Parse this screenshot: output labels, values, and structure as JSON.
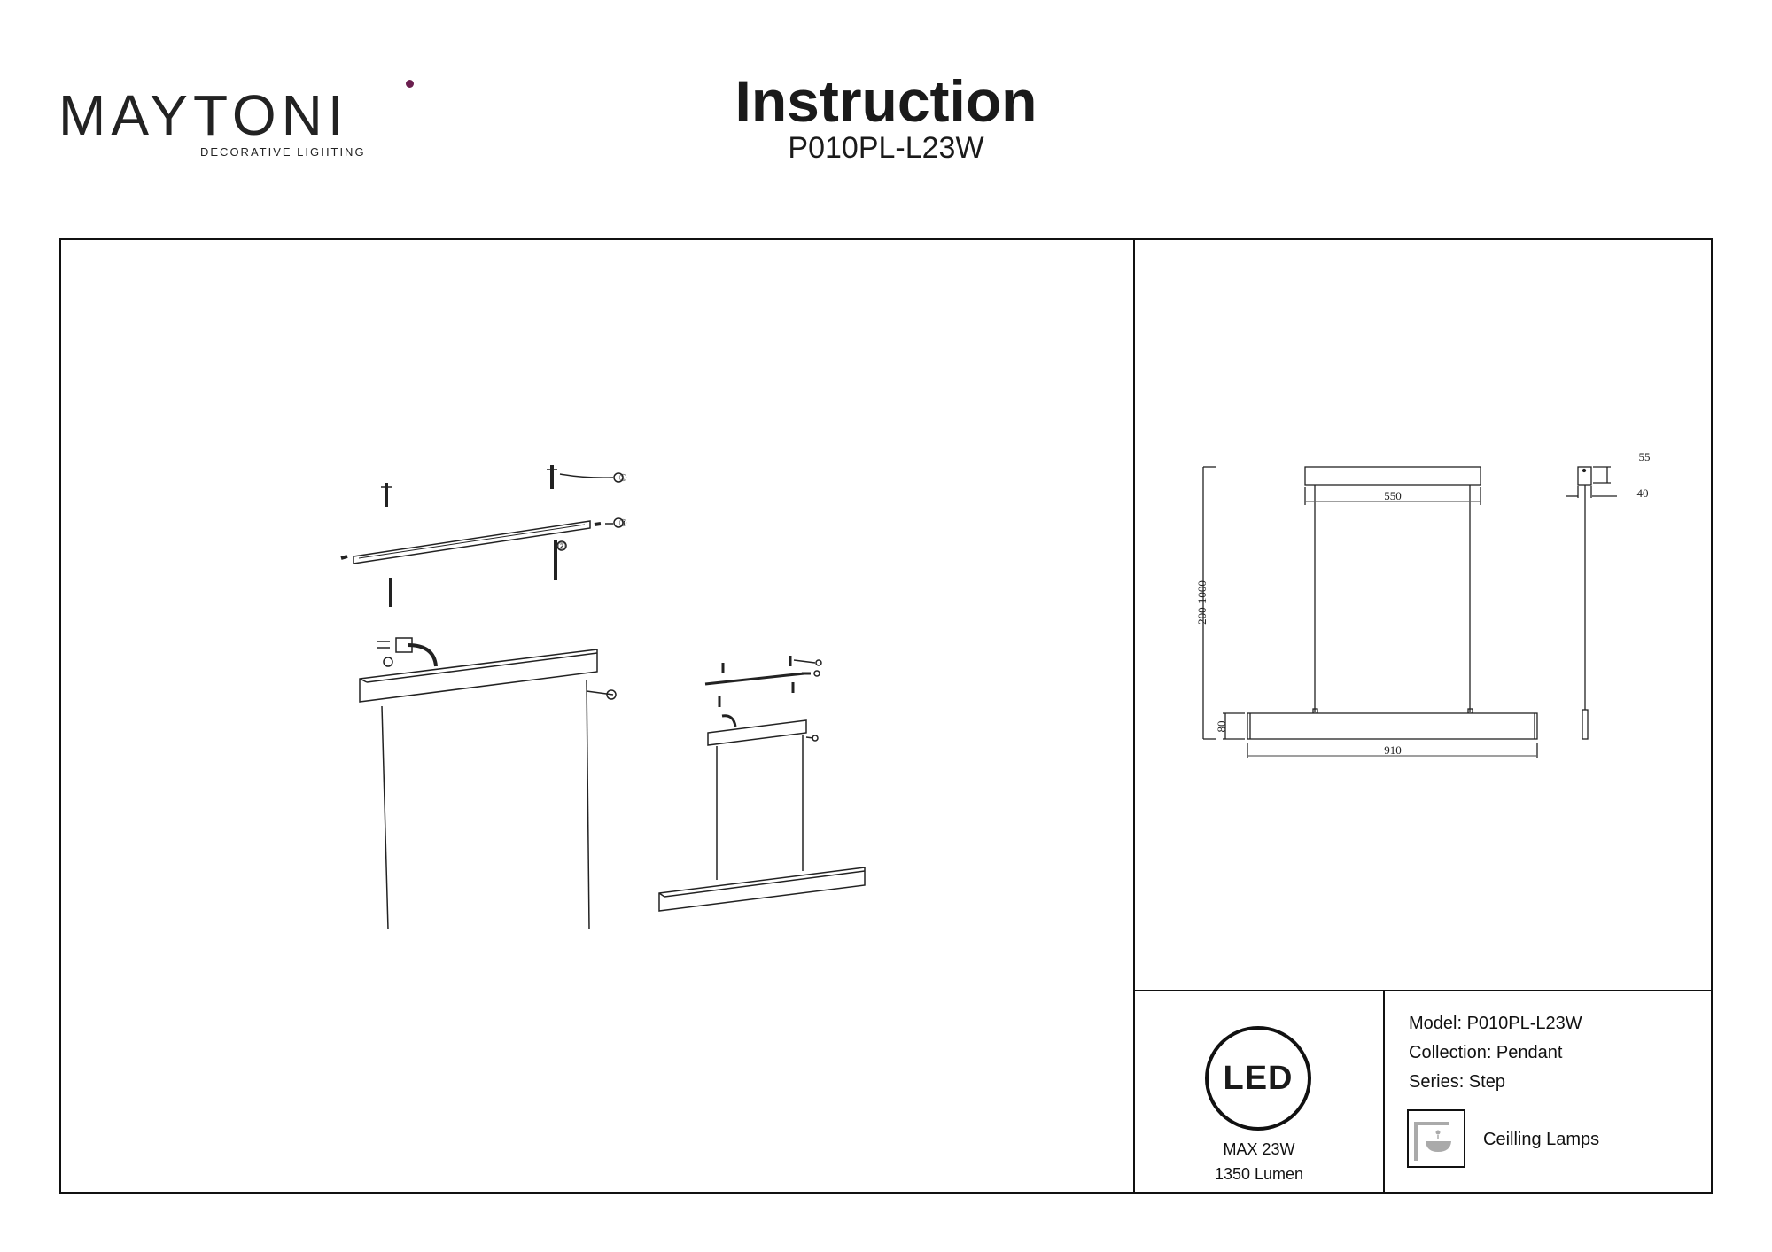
{
  "brand": {
    "name": "MAYTONI",
    "tagline": "DECORATIVE LIGHTING",
    "accent_color": "#6b1f4f"
  },
  "header": {
    "title": "Instruction",
    "model_code": "P010PL-L23W"
  },
  "assembly": {
    "callouts": [
      "①",
      "②",
      "③"
    ]
  },
  "dimensions": {
    "canopy_spacing": "550",
    "height_range": "200-1000",
    "body_height": "80",
    "length": "910",
    "canopy_height": "55",
    "canopy_width": "40"
  },
  "specs": {
    "badge": "LED",
    "power": "MAX 23W",
    "lumen": "1350 Lumen"
  },
  "details": {
    "model": "Model: P010PL-L23W",
    "collection": "Collection: Pendant",
    "series": "Series: Step",
    "category": "Ceilling Lamps",
    "category_icon": "ceiling-lamp-icon"
  }
}
